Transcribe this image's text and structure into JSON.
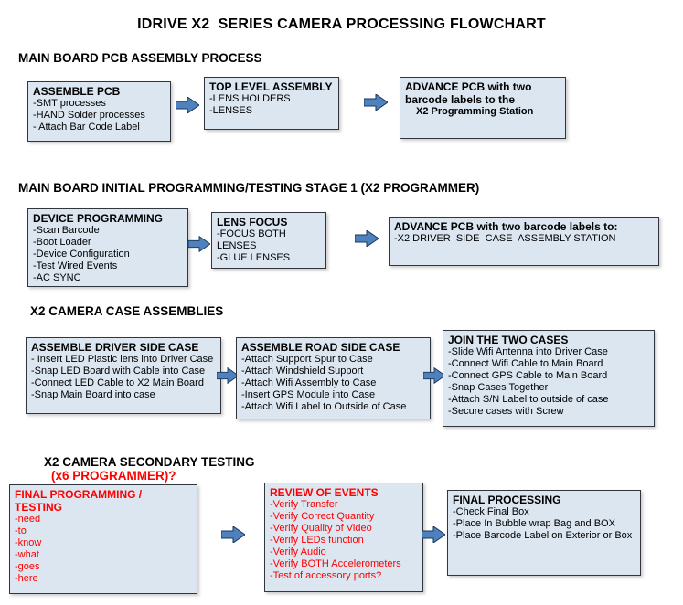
{
  "title": "IDRIVE X2  SERIES CAMERA PROCESSING FLOWCHART",
  "colors": {
    "box_fill": "#dce6f1",
    "box_border": "#31353c",
    "arrow_fill": "#4f81bd",
    "arrow_stroke": "#17375e",
    "alert_red": "#ff0000"
  },
  "sections": [
    {
      "heading": "MAIN BOARD PCB ASSEMBLY PROCESS",
      "boxes": [
        {
          "title": "ASSEMBLE PCB",
          "lines": [
            "-SMT processes",
            "-HAND Solder processes",
            "- Attach Bar Code Label"
          ]
        },
        {
          "title": "TOP LEVEL ASSEMBLY",
          "lines": [
            "-LENS HOLDERS",
            "-LENSES"
          ]
        },
        {
          "title": "ADVANCE PCB with two barcode labels to the",
          "lines": [
            "X2 Programming Station"
          ]
        }
      ]
    },
    {
      "heading": "MAIN BOARD INITIAL PROGRAMMING/TESTING STAGE 1 (X2 PROGRAMMER)",
      "boxes": [
        {
          "title": "DEVICE PROGRAMMING",
          "lines": [
            "-Scan Barcode",
            "-Boot Loader",
            "-Device Configuration",
            "-Test Wired Events",
            "-AC SYNC"
          ]
        },
        {
          "title": "LENS FOCUS",
          "lines": [
            "-FOCUS BOTH LENSES",
            "-GLUE LENSES"
          ]
        },
        {
          "title": "ADVANCE PCB with two barcode labels to:",
          "lines": [
            "-X2 DRIVER  SIDE  CASE  ASSEMBLY STATION"
          ]
        }
      ]
    },
    {
      "heading": "X2 CAMERA CASE ASSEMBLIES",
      "boxes": [
        {
          "title": "ASSEMBLE DRIVER SIDE CASE",
          "lines": [
            "- Insert LED Plastic lens into Driver Case",
            "-Snap LED Board with Cable into Case",
            "-Connect LED Cable to X2 Main Board",
            "-Snap Main Board into case"
          ]
        },
        {
          "title": "ASSEMBLE ROAD SIDE CASE",
          "lines": [
            "-Attach Support Spur to Case",
            "-Attach Windshield Support",
            "-Attach Wifi Assembly to Case",
            "-Insert GPS Module into Case",
            "-Attach Wifi Label to Outside of Case"
          ]
        },
        {
          "title": "JOIN THE TWO CASES",
          "lines": [
            "-Slide Wifi Antenna into Driver Case",
            "-Connect Wifi Cable to Main Board",
            "-Connect GPS Cable to Main Board",
            "-Snap Cases Together",
            "-Attach S/N Label to outside of case",
            "-Secure cases with Screw"
          ]
        }
      ]
    },
    {
      "heading": "X2 CAMERA SECONDARY TESTING",
      "heading_suffix": "(x6 PROGRAMMER)?",
      "boxes": [
        {
          "title": "FINAL PROGRAMMING / TESTING",
          "lines": [
            "-need",
            "-to",
            "-know",
            "-what",
            "-goes",
            "-here"
          ]
        },
        {
          "title": "REVIEW OF EVENTS",
          "lines": [
            "-Verify Transfer",
            "-Verify Correct Quantity",
            "-Verify Quality of Video",
            "-Verify LEDs function",
            "-Verify Audio",
            "-Verify BOTH Accelerometers",
            "-Test of accessory ports?"
          ]
        },
        {
          "title": "FINAL PROCESSING",
          "lines": [
            "-Check Final Box",
            "-Place In Bubble wrap Bag and BOX",
            "-Place Barcode Label on Exterior or Box"
          ]
        }
      ]
    }
  ]
}
